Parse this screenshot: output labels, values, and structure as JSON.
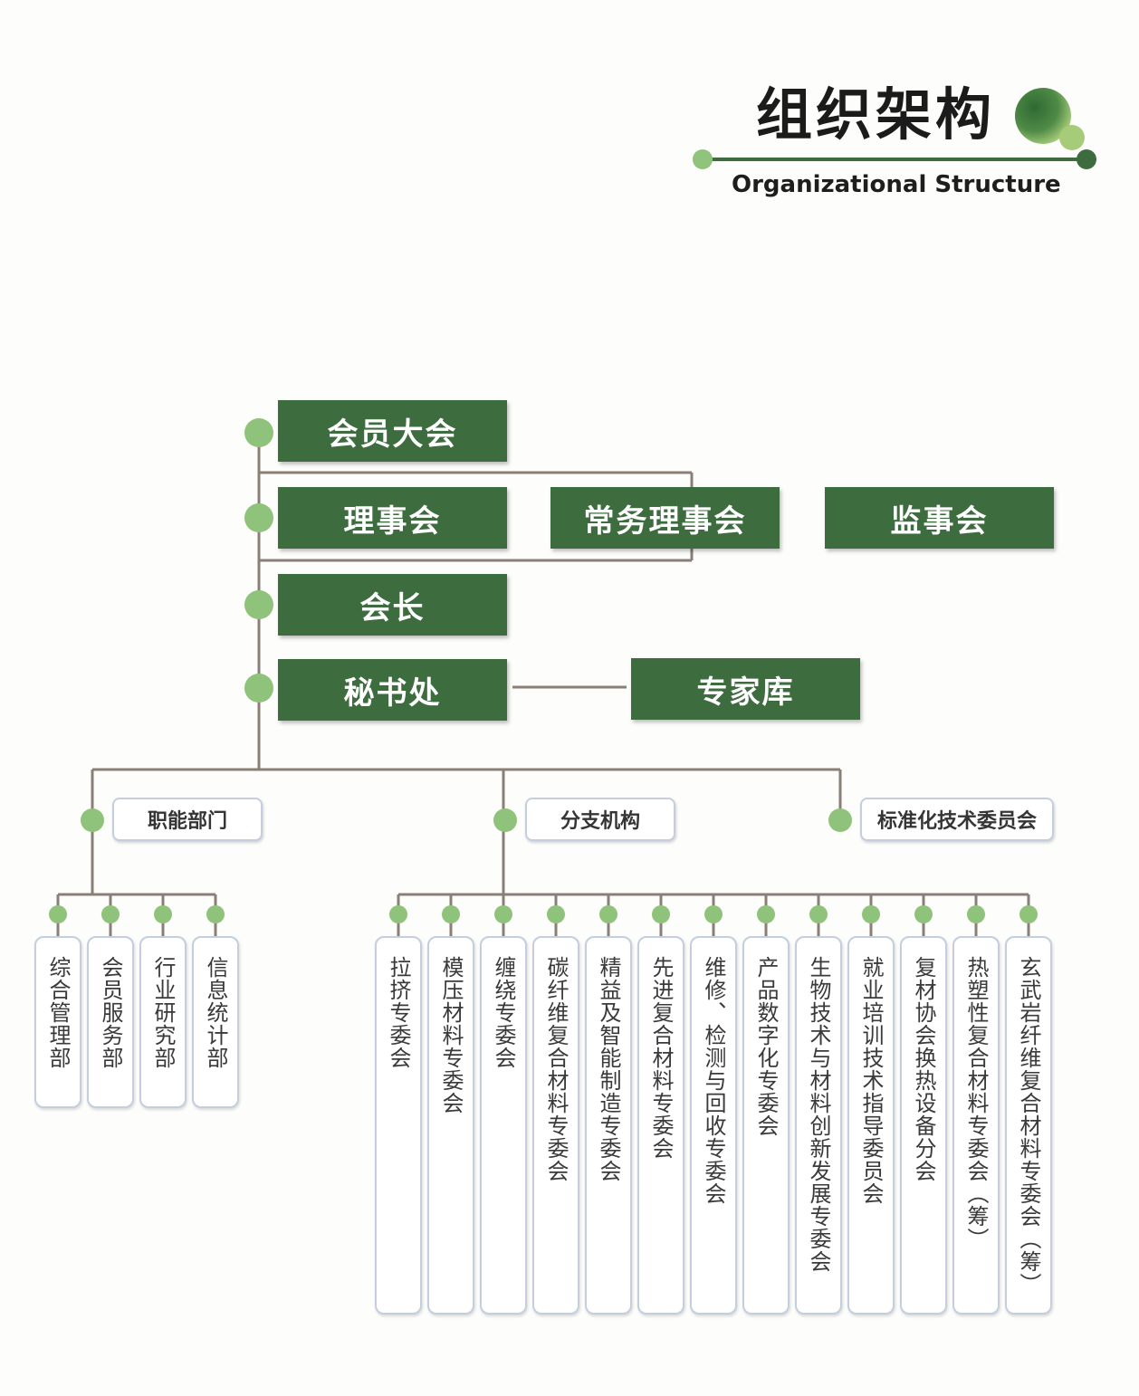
{
  "header": {
    "title_cn": "组织架构",
    "title_en": "Organizational Structure"
  },
  "colors": {
    "box_green": "#3d6c3f",
    "dot_green": "#8fc27a",
    "line": "#8a7e76",
    "pill_border": "#c3cfdf"
  },
  "top_levels": {
    "general_assembly": "会员大会",
    "council": "理事会",
    "standing_council": "常务理事会",
    "supervisory_board": "监事会",
    "president": "会长",
    "secretariat": "秘书处",
    "expert_pool": "专家库"
  },
  "categories": {
    "functional": "职能部门",
    "branches": "分支机构",
    "standardization": "标准化技术委员会"
  },
  "functional_departments": [
    "综合管理部",
    "会员服务部",
    "行业研究部",
    "信息统计部"
  ],
  "branch_committees": [
    "拉挤专委会",
    "模压材料专委会",
    "缠绕专委会",
    "碳纤维复合材料专委会",
    "精益及智能制造专委会",
    "先进复合材料专委会",
    "维修、检测与回收专委会",
    "产品数字化专委会",
    "生物技术与材料创新发展专委会",
    "就业培训技术指导委员会",
    "复材协会换热设备分会",
    "热塑性复合材料专委会（筹）",
    "玄武岩纤维复合材料专委会（筹）"
  ]
}
